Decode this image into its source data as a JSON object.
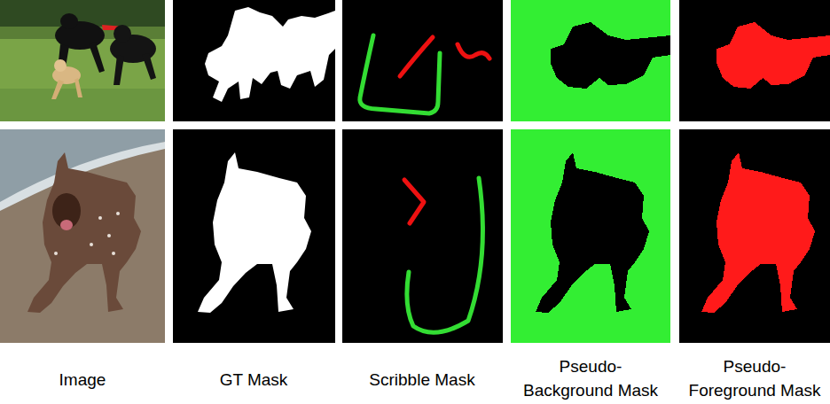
{
  "diagram": {
    "labels": [
      "Image",
      "GT Mask",
      "Scribble Mask",
      "Pseudo- Background Mask",
      "Pseudo- Foreground Mask"
    ]
  }
}
